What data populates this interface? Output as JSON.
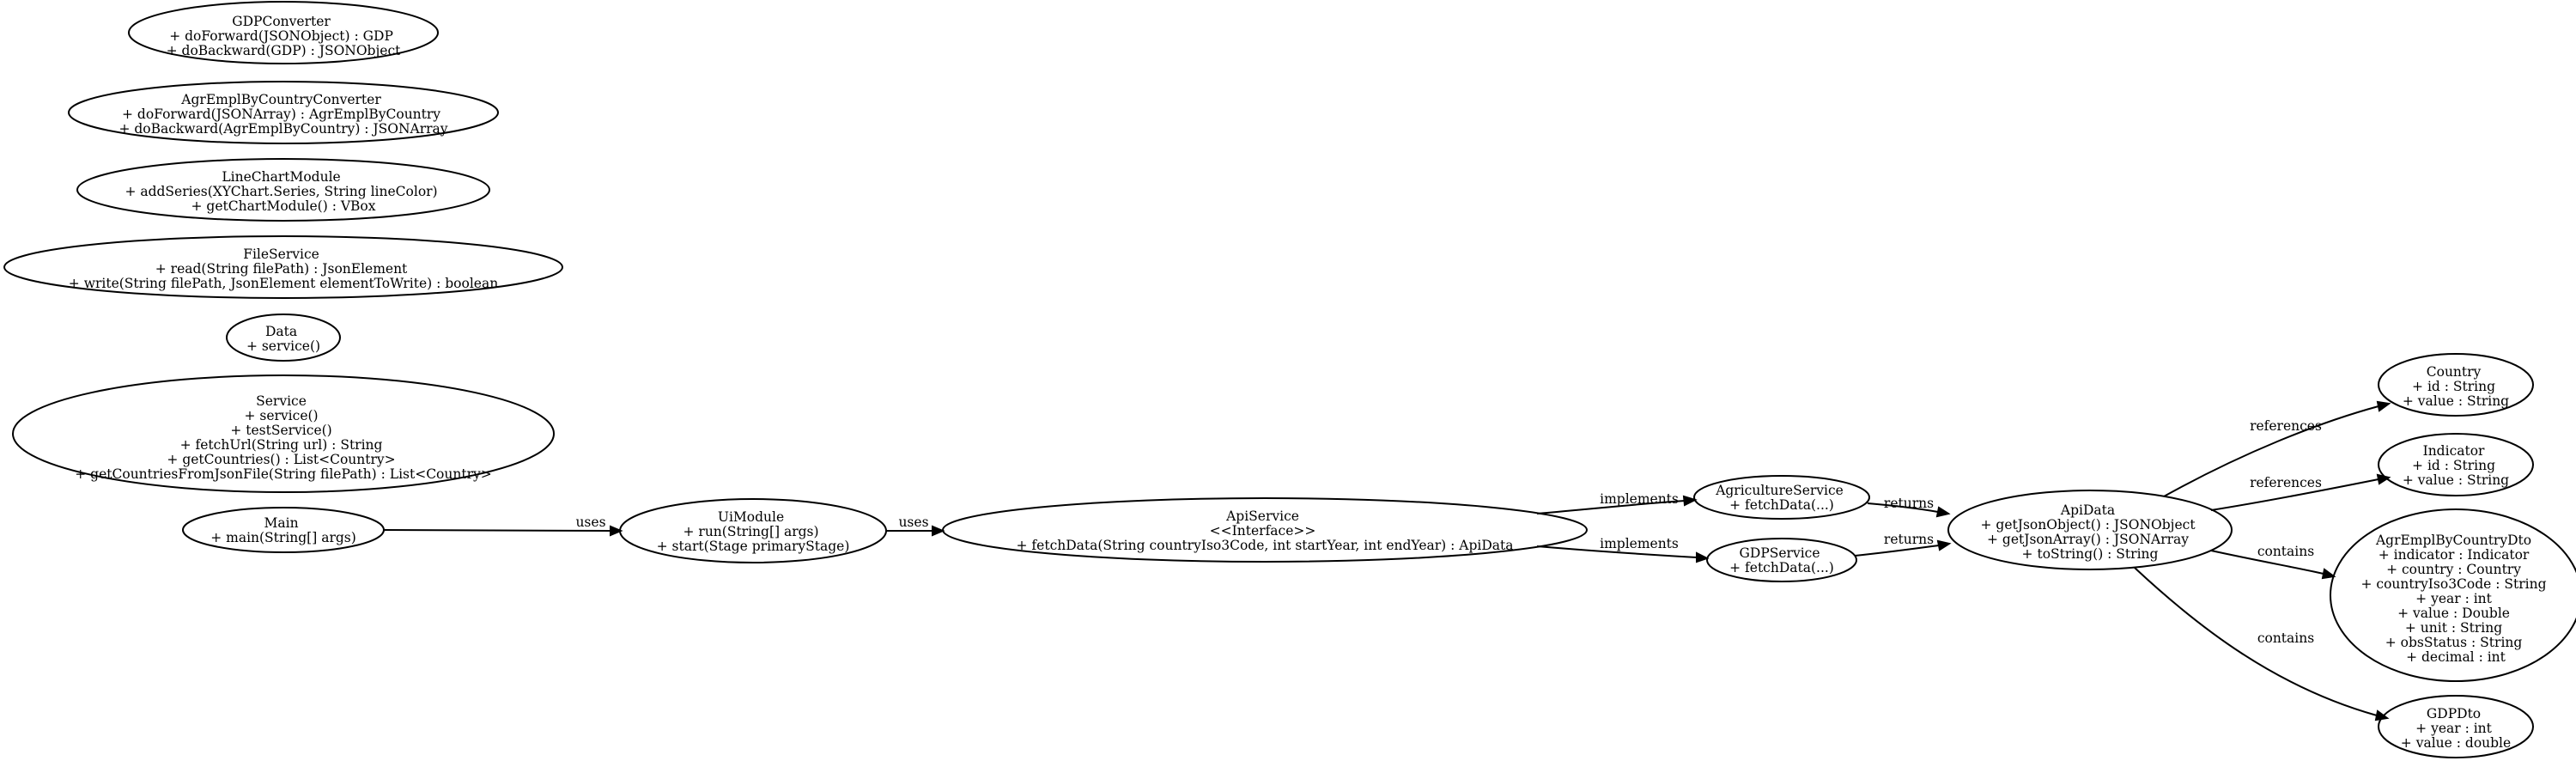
{
  "nodes": {
    "gdpconverter": [
      "GDPConverter",
      "+ doForward(JSONObject) : GDP",
      "+ doBackward(GDP) : JSONObject"
    ],
    "agremplconverter": [
      "AgrEmplByCountryConverter",
      "+ doForward(JSONArray) : AgrEmplByCountry",
      "+ doBackward(AgrEmplByCountry) : JSONArray"
    ],
    "linechartmodule": [
      "LineChartModule",
      "+ addSeries(XYChart.Series, String lineColor)",
      "+ getChartModule() : VBox"
    ],
    "fileservice": [
      "FileService",
      "+ read(String filePath) : JsonElement",
      "+ write(String filePath, JsonElement elementToWrite) : boolean"
    ],
    "data": [
      "Data",
      "+ service()"
    ],
    "service": [
      "Service",
      "+ service()",
      "+ testService()",
      "+ fetchUrl(String url) : String",
      "+ getCountries() : List<Country>",
      "+ getCountriesFromJsonFile(String filePath) : List<Country>"
    ],
    "main": [
      "Main",
      "+ main(String[] args)"
    ],
    "uimodule": [
      "UiModule",
      "+ run(String[] args)",
      "+ start(Stage primaryStage)"
    ],
    "apiservice": [
      "ApiService",
      "<<Interface>>",
      "+ fetchData(String countryIso3Code, int startYear, int endYear) : ApiData"
    ],
    "agricultureservice": [
      "AgricultureService",
      "+ fetchData(...)"
    ],
    "gdpservice": [
      "GDPService",
      "+ fetchData(...)"
    ],
    "apidata": [
      "ApiData",
      "+ getJsonObject() : JSONObject",
      "+ getJsonArray() : JSONArray",
      "+ toString() : String"
    ],
    "country": [
      "Country",
      "+ id : String",
      "+ value : String"
    ],
    "indicator": [
      "Indicator",
      "+ id : String",
      "+ value : String"
    ],
    "agremplbycountrydto": [
      "AgrEmplByCountryDto",
      "+ indicator : Indicator",
      "+ country : Country",
      "+ countryIso3Code : String",
      "+ year : int",
      "+ value : Double",
      "+ unit : String",
      "+ obsStatus : String",
      "+ decimal : int"
    ],
    "gdpdto": [
      "GDPDto",
      "+ year : int",
      "+ value : double"
    ]
  },
  "edges": {
    "main_uimodule": "uses",
    "uimodule_apiservice": "uses",
    "apiservice_agricultureservice": "implements",
    "apiservice_gdpservice": "implements",
    "agricultureservice_apidata": "returns",
    "gdpservice_apidata": "returns",
    "apidata_country": "references",
    "apidata_indicator": "references",
    "apidata_agremplbycountrydto": "contains",
    "apidata_gdpdto": "contains"
  }
}
